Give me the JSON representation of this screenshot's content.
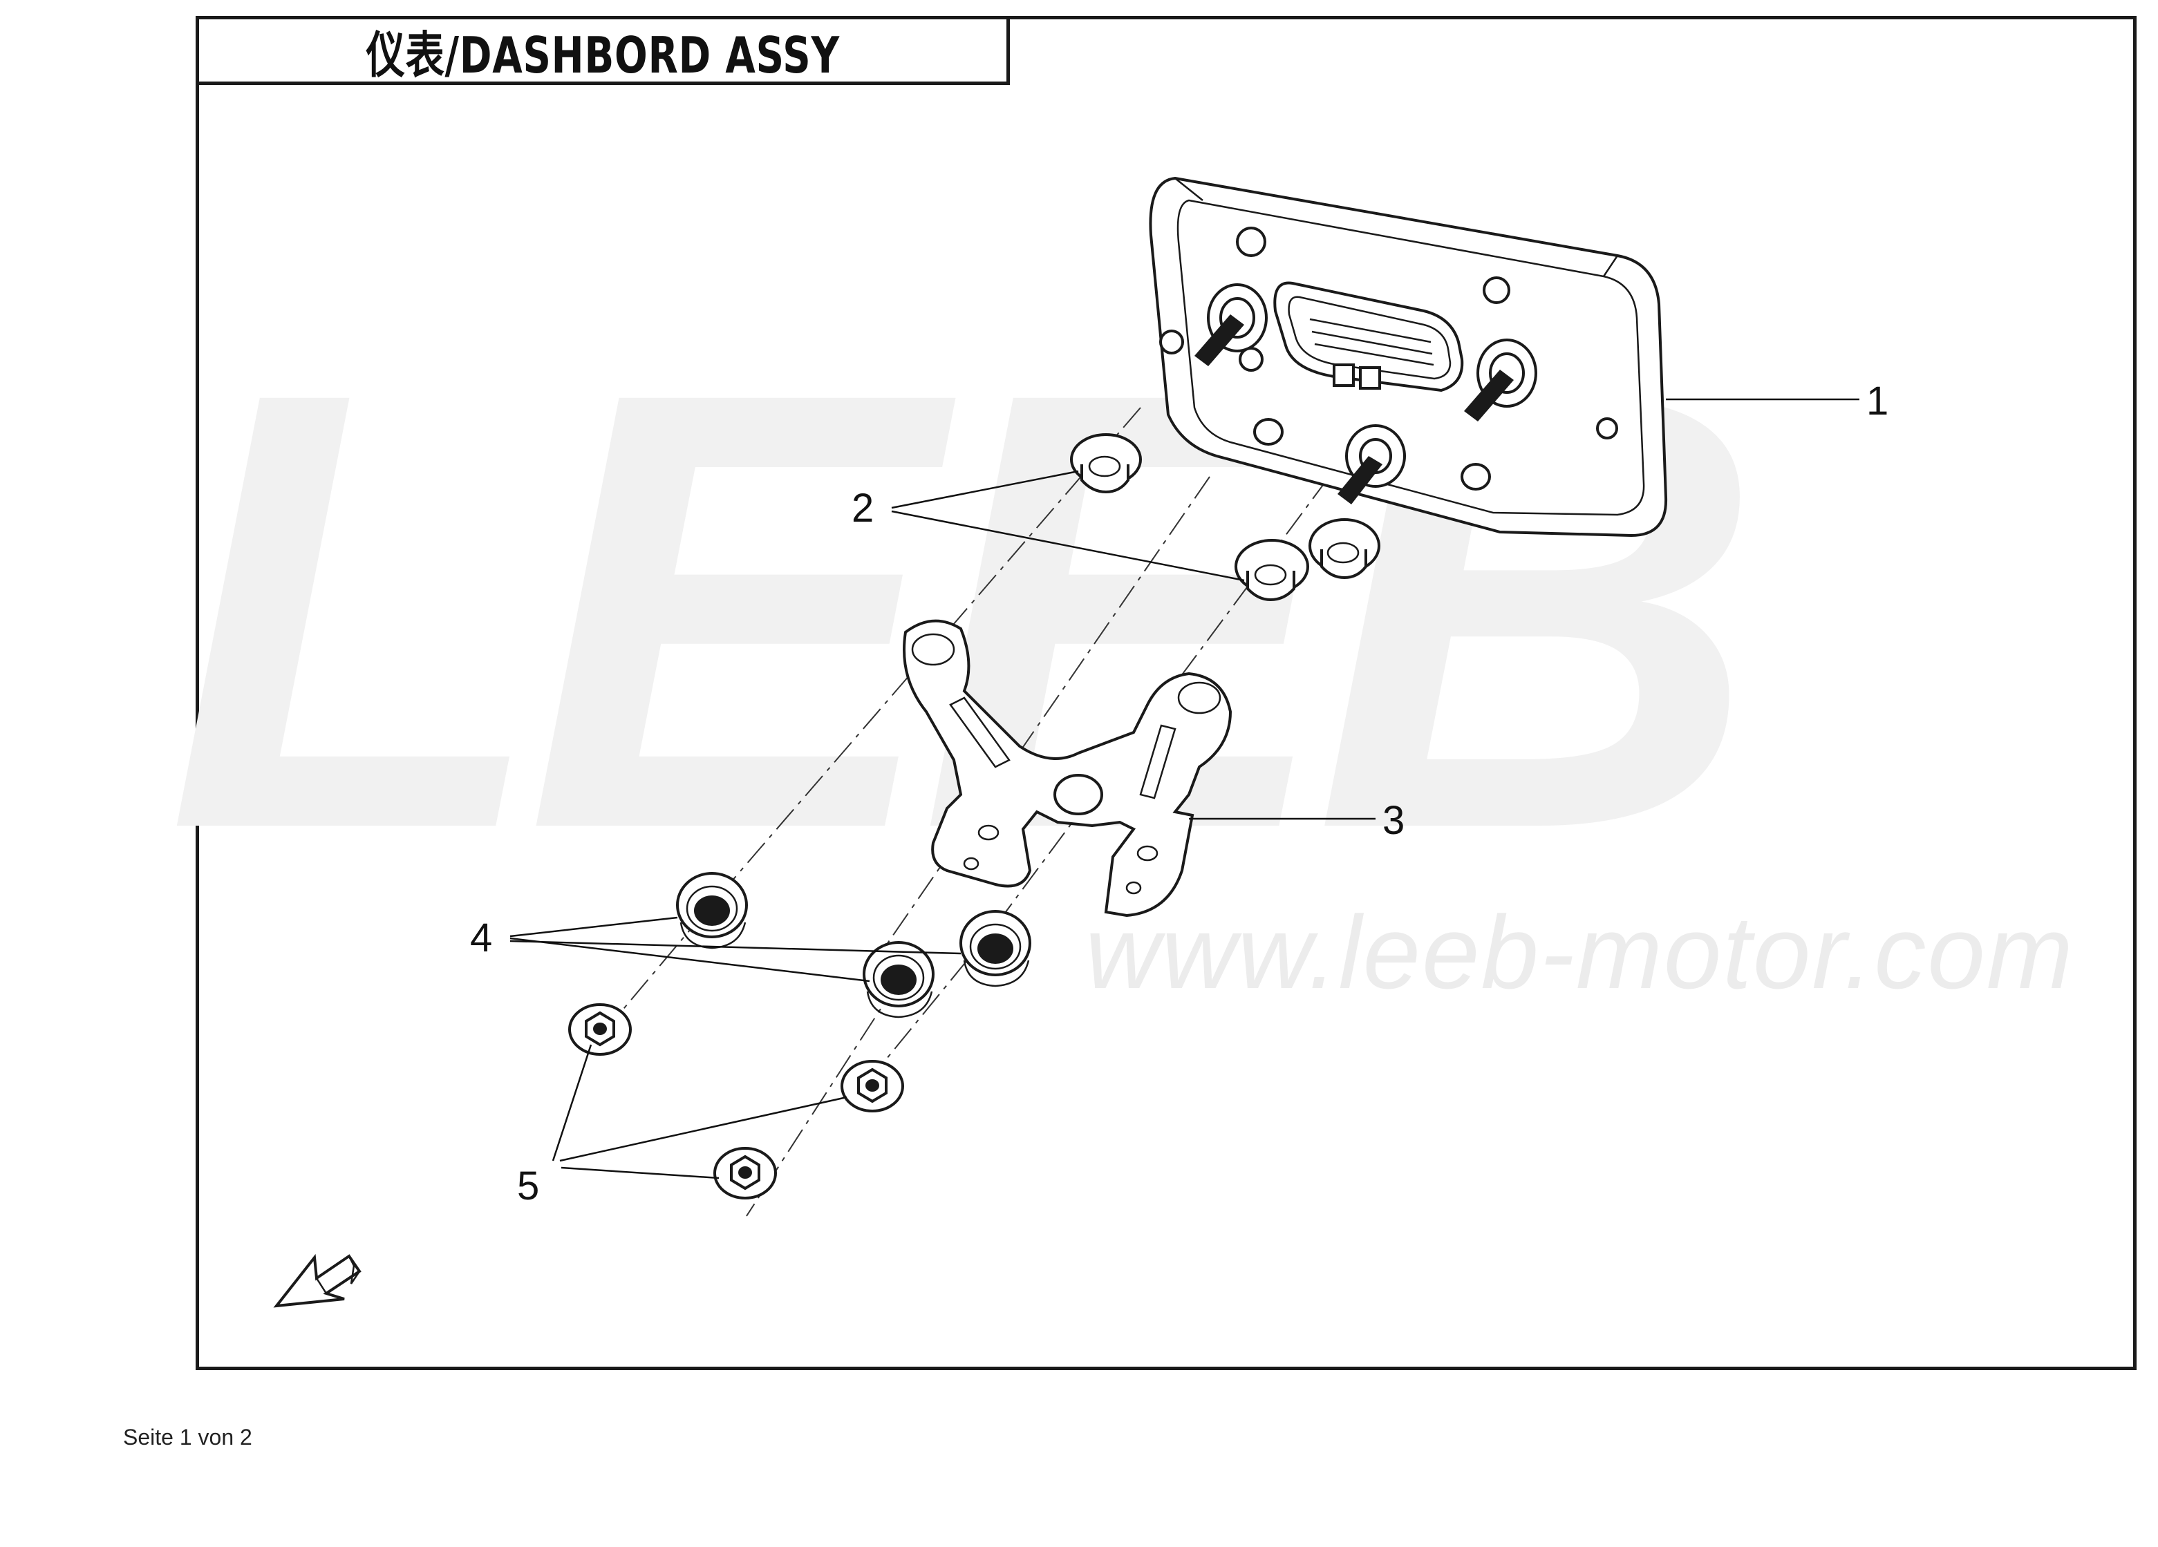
{
  "title": "仪表/DASHBORD ASSY",
  "watermark": {
    "logo": "LEEB",
    "url": "www.leeb-motor.com"
  },
  "callouts": [
    "1",
    "2",
    "3",
    "4",
    "5"
  ],
  "footer": "Seite 1 von 2",
  "colors": {
    "line": "#1a1a1a",
    "watermark": "#ececec",
    "background": "#ffffff"
  },
  "icons": [
    "fwd-arrow-icon"
  ]
}
